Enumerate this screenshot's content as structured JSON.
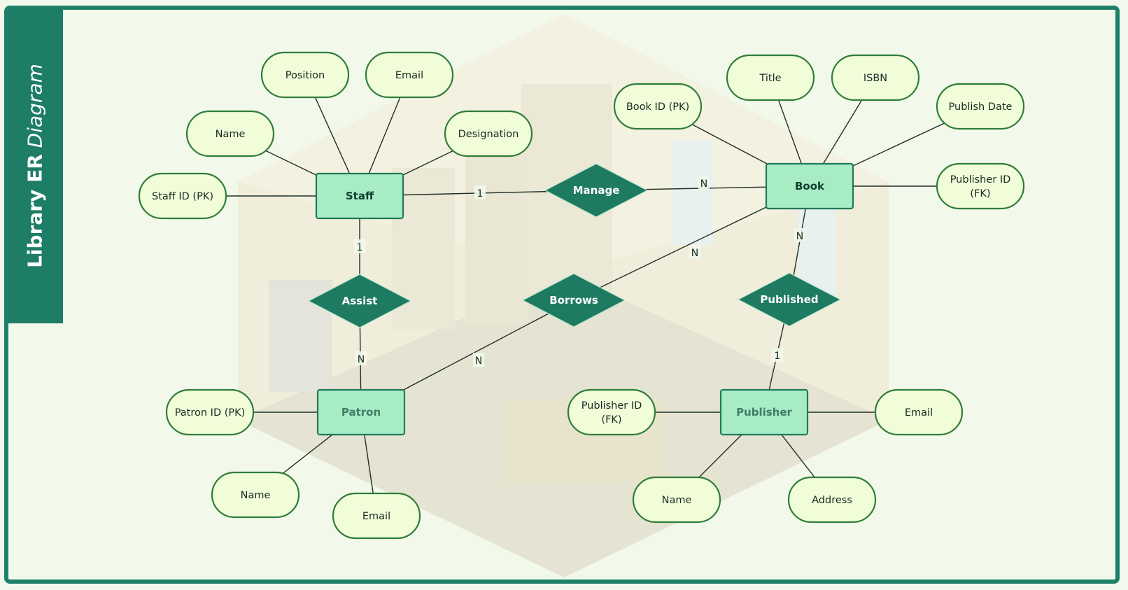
{
  "title": {
    "strong": "Library ER",
    "italic": "Diagram"
  },
  "colors": {
    "frame": "#1d8168",
    "background": "#f2f8ea",
    "entity_fill": "#a8ecc4",
    "entity_stroke": "#1f7a5a",
    "relationship_fill": "#1e7a60",
    "attribute_fill": "#f1fcd9",
    "attribute_stroke": "#2f7d3a",
    "line": "#1f2f28"
  },
  "entities": [
    {
      "id": "staff",
      "label": "Staff"
    },
    {
      "id": "book",
      "label": "Book"
    },
    {
      "id": "patron",
      "label": "Patron"
    },
    {
      "id": "publisher",
      "label": "Publisher"
    }
  ],
  "relationships": [
    {
      "id": "manage",
      "label": "Manage"
    },
    {
      "id": "assist",
      "label": "Assist"
    },
    {
      "id": "borrows",
      "label": "Borrows"
    },
    {
      "id": "published",
      "label": "Published"
    }
  ],
  "attributes": [
    {
      "id": "staff-position",
      "entity": "staff",
      "label": "Position"
    },
    {
      "id": "staff-email",
      "entity": "staff",
      "label": "Email"
    },
    {
      "id": "staff-name",
      "entity": "staff",
      "label": "Name"
    },
    {
      "id": "staff-designation",
      "entity": "staff",
      "label": "Designation"
    },
    {
      "id": "staff-id",
      "entity": "staff",
      "label": "Staff ID (PK)"
    },
    {
      "id": "book-id",
      "entity": "book",
      "label": "Book ID (PK)"
    },
    {
      "id": "book-title",
      "entity": "book",
      "label": "Title"
    },
    {
      "id": "book-isbn",
      "entity": "book",
      "label": "ISBN"
    },
    {
      "id": "book-publish-date",
      "entity": "book",
      "label": "Publish Date"
    },
    {
      "id": "book-publisher-id",
      "entity": "book",
      "label": "Publisher ID (FK)"
    },
    {
      "id": "patron-id",
      "entity": "patron",
      "label": "Patron ID (PK)"
    },
    {
      "id": "patron-name",
      "entity": "patron",
      "label": "Name"
    },
    {
      "id": "patron-email",
      "entity": "patron",
      "label": "Email"
    },
    {
      "id": "publisher-publisher-id",
      "entity": "publisher",
      "label": "Publisher ID (FK)"
    },
    {
      "id": "publisher-email",
      "entity": "publisher",
      "label": "Email"
    },
    {
      "id": "publisher-name",
      "entity": "publisher",
      "label": "Name"
    },
    {
      "id": "publisher-address",
      "entity": "publisher",
      "label": "Address"
    }
  ],
  "connections": [
    {
      "from": "staff",
      "to": "manage",
      "cardinality": "1"
    },
    {
      "from": "manage",
      "to": "book",
      "cardinality": "N"
    },
    {
      "from": "staff",
      "to": "assist",
      "cardinality": "1"
    },
    {
      "from": "assist",
      "to": "patron",
      "cardinality": "N"
    },
    {
      "from": "patron",
      "to": "borrows",
      "cardinality": "N"
    },
    {
      "from": "borrows",
      "to": "book",
      "cardinality": "N"
    },
    {
      "from": "book",
      "to": "published",
      "cardinality": "N"
    },
    {
      "from": "published",
      "to": "publisher",
      "cardinality": "1"
    }
  ]
}
